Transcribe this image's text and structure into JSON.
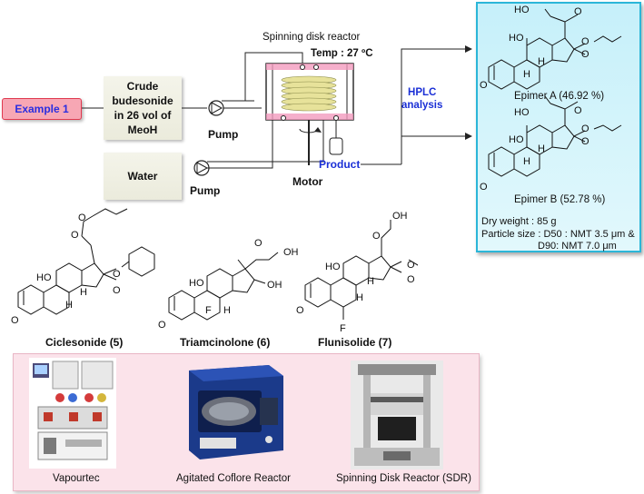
{
  "example_label": "Example 1",
  "crude_box": [
    "Crude",
    "budesonide",
    "in 26 vol of",
    "MeoH"
  ],
  "water_box": "Water",
  "pump1": "Pump",
  "pump2": "Pump",
  "reactor_title": "Spinning disk reactor",
  "temp": "Temp : 27 ºC",
  "motor": "Motor",
  "product": "Product",
  "hplc": [
    "HPLC",
    "analysis"
  ],
  "epimer_a": "Epimer A (46.92 %)",
  "epimer_b": "Epimer B (52.78 %)",
  "dry_weight": "Dry weight : 85 g",
  "particle_size": "Particle size : D50 : NMT 3.5 μm &",
  "particle_size2": "D90: NMT 7.0 μm",
  "compounds": [
    {
      "name": "Ciclesonide (5)"
    },
    {
      "name": "Triamcinolone (6)"
    },
    {
      "name": "Flunisolide (7)"
    }
  ],
  "photos": [
    "Vapourtec",
    "Agitated Coflore Reactor",
    "Spinning Disk Reactor (SDR)"
  ],
  "atoms": {
    "HO": "HO",
    "O": "O",
    "H": "H",
    "OH": "OH",
    "F": "F"
  },
  "colors": {
    "example_fill": "#f7a7b4",
    "example_border": "#e0394f",
    "example_text": "#2a2ee0",
    "hplc_text": "#1a2fd6",
    "product_text": "#1a2fd6",
    "panel_bg": "#d6f4fb",
    "panel_border": "#2bb6d8",
    "photo_bg": "#fbe3ea",
    "disk": "#e7e29a"
  }
}
